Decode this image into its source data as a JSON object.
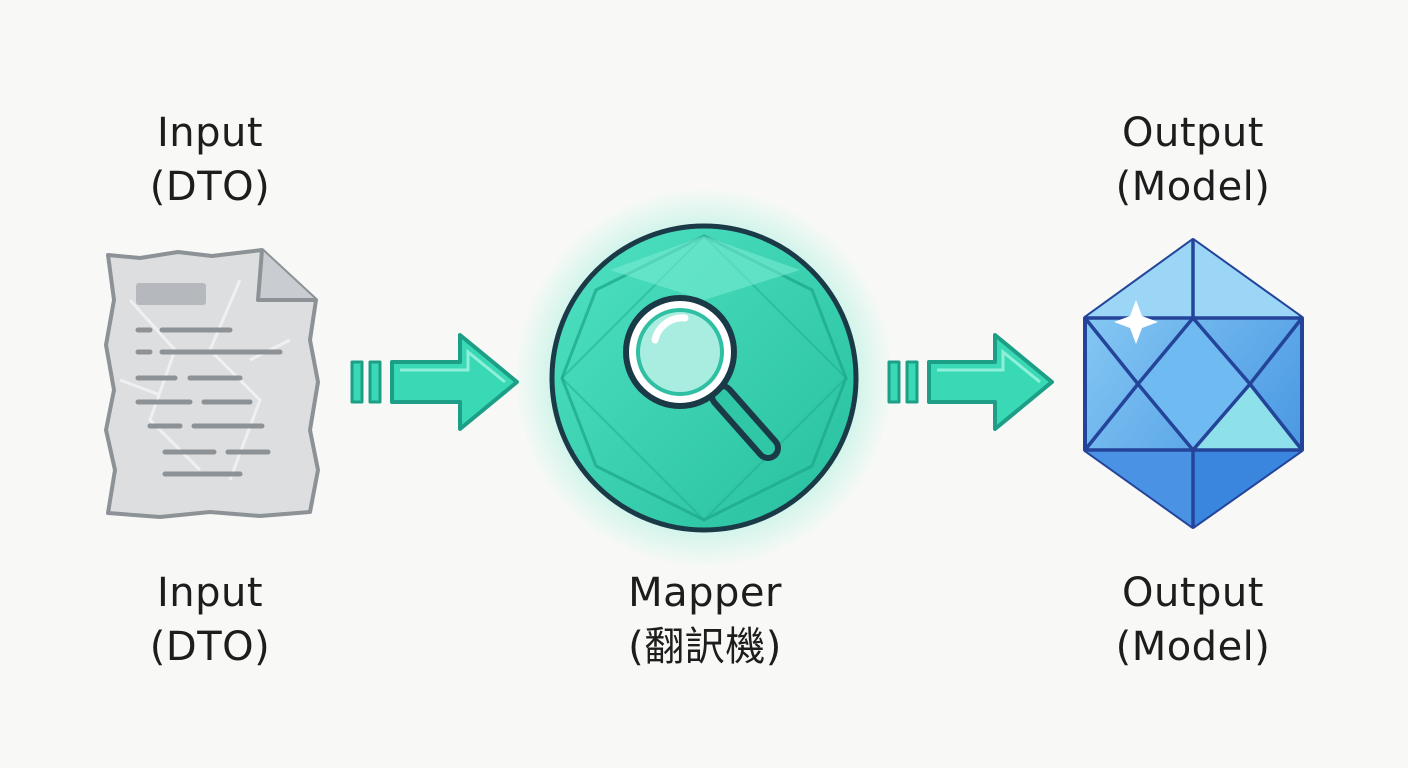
{
  "top_labels": {
    "input": {
      "line1": "Input",
      "line2": "(DTO)"
    },
    "output": {
      "line1": "Output",
      "line2": "(Model)"
    }
  },
  "bottom_labels": {
    "input": {
      "line1": "Input",
      "line2": "(DTO)"
    },
    "mapper": {
      "line1": "Mapper",
      "line2": "(翻訳機)"
    },
    "output": {
      "line1": "Output",
      "line2": "(Model)"
    }
  },
  "icons": {
    "input": "crumpled-document-icon",
    "arrow_left": "right-arrow-icon",
    "mapper": "magnifier-gem-icon",
    "arrow_right": "right-arrow-icon",
    "output": "blue-crystal-icon"
  },
  "colors": {
    "teal": "#35d6b4",
    "teal_dark": "#1fa58c",
    "outline": "#1f3b4a",
    "paper": "#dfe1e3",
    "crystal": "#5aa9ea"
  }
}
